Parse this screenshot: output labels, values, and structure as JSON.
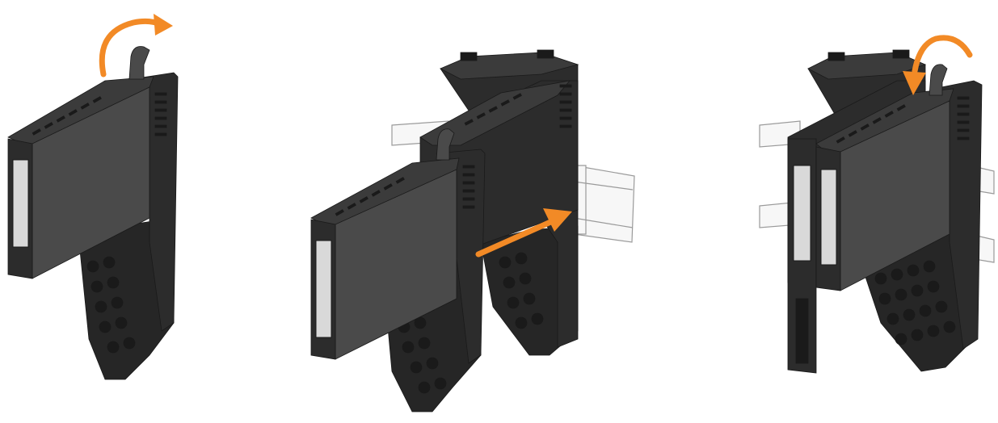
{
  "colors": {
    "background": "#ffffff",
    "module_front": "#4a4a4a",
    "module_side": "#2c2c2c",
    "module_top": "#3b3b3b",
    "module_edge": "#1a1a1a",
    "label_window": "#d9d9d9",
    "rail_stroke": "#9a9a9a",
    "rail_fill": "#f7f7f7",
    "terminal": "#262626",
    "accent_arrow": "#f28a26"
  },
  "steps": [
    {
      "name": "open-locking-lever",
      "icons": [
        "module",
        "curved-arrow-open"
      ]
    },
    {
      "name": "slide-module-onto-rail",
      "icons": [
        "din-rail",
        "mounted-module",
        "module",
        "straight-arrow-insert"
      ]
    },
    {
      "name": "close-locking-lever",
      "icons": [
        "din-rail",
        "mounted-module",
        "module",
        "curved-arrow-close"
      ]
    }
  ]
}
